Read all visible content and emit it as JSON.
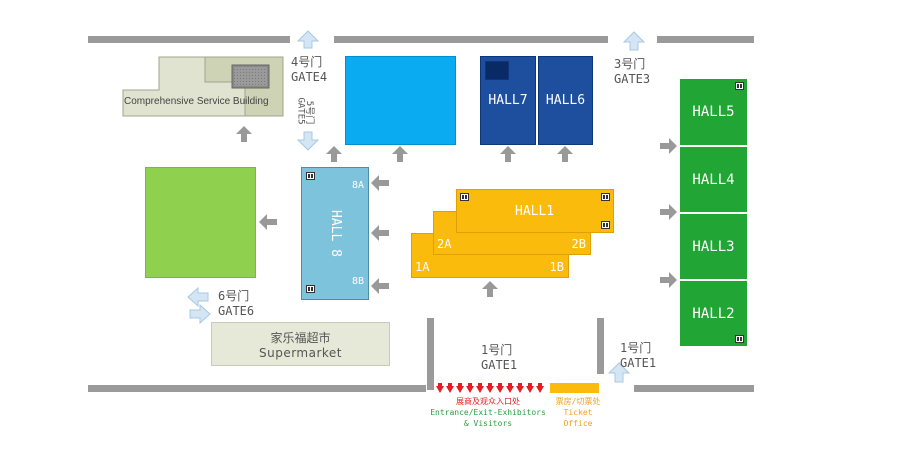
{
  "colors": {
    "road": "#9a9a9a",
    "blue_light": "#0aabf0",
    "blue_dark": "#1e4f9e",
    "lightgreen": "#8fd14f",
    "hall8": "#7ec3dc",
    "orange": "#fbbb0d",
    "green": "#21a635",
    "arrow_gray": "#999999",
    "arrow_pale": "#d4e6f4",
    "red": "#e02020",
    "text_green": "#2aa040",
    "text_orange": "#f0a020"
  },
  "gates": {
    "gate4": {
      "cn": "4号门",
      "en": "GATE4"
    },
    "gate5": {
      "cn": "5号门",
      "en": "GATE5"
    },
    "gate3": {
      "cn": "3号门",
      "en": "GATE3"
    },
    "gate6": {
      "cn": "6号门",
      "en": "GATE6"
    },
    "gate1_center": {
      "cn": "1号门",
      "en": "GATE1"
    },
    "gate1_right": {
      "cn": "1号门",
      "en": "GATE1"
    }
  },
  "buildings": {
    "service_building": "Comprehensive Service Building",
    "supermarket_cn": "家乐福超市",
    "supermarket_en": "Supermarket"
  },
  "halls": {
    "hall7": "HALL7",
    "hall6": "HALL6",
    "hall8": "HALL 8",
    "hall8_top": "8A",
    "hall8_bottom": "8B",
    "hall1": "HALL1",
    "label_1a": "1A",
    "label_1b": "1B",
    "label_2a": "2A",
    "label_2b": "2B",
    "hall5": "HALL5",
    "hall4": "HALL4",
    "hall3": "HALL3",
    "hall2": "HALL2"
  },
  "legend": {
    "entrance_cn": "展商及观众入口处",
    "entrance_en1": "Entrance/Exit-Exhibitors",
    "entrance_en2": "& Visitors",
    "ticket_cn": "票房/切票处",
    "ticket_en": "Ticket Office"
  }
}
